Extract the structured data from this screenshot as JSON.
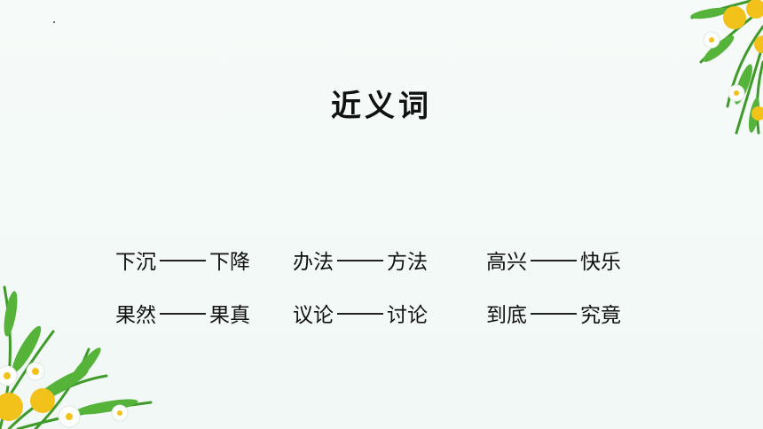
{
  "title": "近义词",
  "pairs": [
    {
      "left": "下沉",
      "right": "下降"
    },
    {
      "left": "办法",
      "right": "方法"
    },
    {
      "left": "高兴",
      "right": "快乐"
    },
    {
      "left": "果然",
      "right": "果真"
    },
    {
      "left": "议论",
      "right": "讨论"
    },
    {
      "left": "到底",
      "right": "究竟"
    }
  ],
  "colors": {
    "background": "#f4f9f7",
    "leaf": "#3f9a2a",
    "flower_center": "#f2c21b",
    "petal": "#ffffff"
  }
}
